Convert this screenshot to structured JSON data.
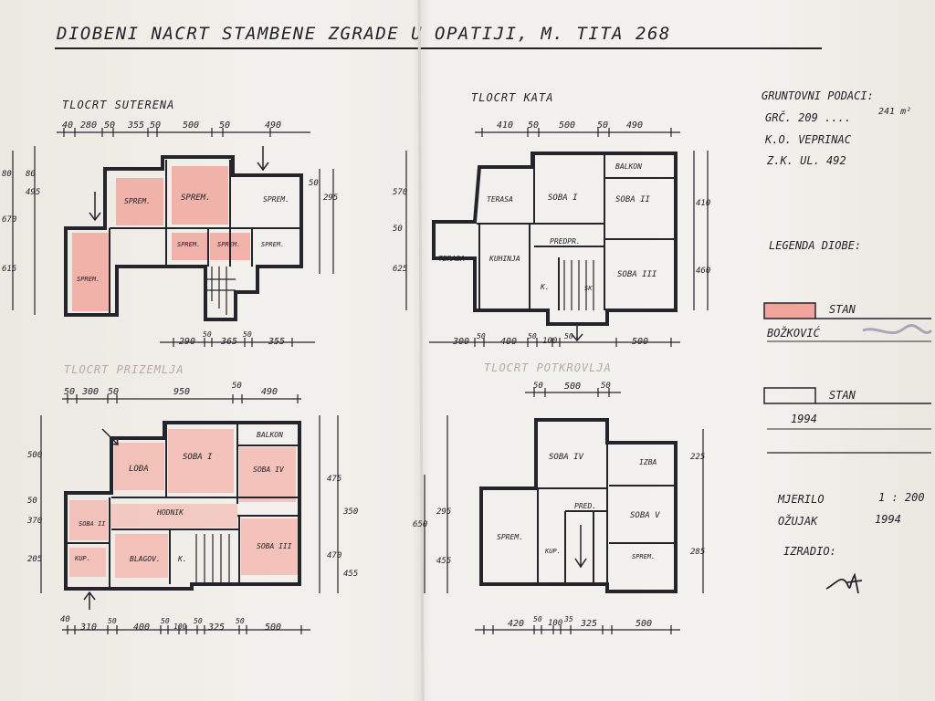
{
  "header": {
    "title": "DIOBENI NACRT STAMBENE ZGRADE U OPATIJI, M. TITA 268"
  },
  "sections": {
    "basement": "TLOCRT SUTERENA",
    "floor": "TLOCRT KATA",
    "ground": "TLOCRT PRIZEMLJA",
    "attic": "TLOCRT POTKROVLJA"
  },
  "land_registry": {
    "heading": "GRUNTOVNI PODACI:",
    "parcel": "GRČ. 209 ....",
    "area": "241 m²",
    "municipality": "K.O. VEPRINAC",
    "deed": "Z.K. UL. 492"
  },
  "legend": {
    "heading": "LEGENDA DIOBE:",
    "item1_label": "STAN",
    "item1_owner": "BOŽKOVIĆ",
    "item1_color": "#f0a49a",
    "item2_label": "STAN",
    "item2_year": "1994"
  },
  "meta": {
    "scale_label": "MJERILO",
    "scale_value": "1 : 200",
    "date_label": "OŽUJAK",
    "date_value": "1994",
    "author_label": "IZRADIO:"
  },
  "rooms": {
    "basement": [
      "SPREM.",
      "SPREM.",
      "SPREM.",
      "SPREM.",
      "SPREM.",
      "SPREM.",
      "SPREM."
    ],
    "floor": [
      "TERASA",
      "SOBA I",
      "SOBA II",
      "BALKON",
      "TERASA",
      "KUHINJA",
      "PREDPR.",
      "SOBA III",
      "K.",
      "SK."
    ],
    "ground": [
      "LOĐA",
      "SOBA I",
      "BALKON",
      "SOBA IV",
      "SOBA II",
      "HODNIK",
      "KUP.",
      "BLAGOV.",
      "K.",
      "SOBA III"
    ],
    "attic": [
      "SOBA IV",
      "IZBA",
      "PRED.",
      "SOBA V",
      "SPREM.",
      "SPREM.",
      "KUP."
    ]
  },
  "dims": {
    "basement_top": [
      "40",
      "280",
      "50",
      "355",
      "50",
      "500",
      "50",
      "490"
    ],
    "basement_bottom": [
      "290",
      "50",
      "365",
      "50",
      "355"
    ],
    "floor_top": [
      "410",
      "50",
      "500",
      "50",
      "490"
    ],
    "floor_bottom": [
      "300",
      "50",
      "400",
      "50",
      "100",
      "50",
      "500"
    ],
    "ground_top": [
      "50",
      "300",
      "50",
      "950",
      "50",
      "490"
    ],
    "ground_bottom": [
      "40",
      "310",
      "50",
      "400",
      "50",
      "100",
      "50",
      "325",
      "50",
      "500"
    ],
    "attic_top": [
      "50",
      "500",
      "50"
    ],
    "attic_bottom": [
      "420",
      "50",
      "100",
      "35",
      "325",
      "500"
    ],
    "left_basement": [
      "670",
      "615",
      "495",
      "80",
      "80"
    ],
    "left_floor": [
      "570",
      "625",
      "50"
    ],
    "left_ground": [
      "500",
      "370",
      "205",
      "50"
    ],
    "left_attic": [
      "650",
      "455",
      "295"
    ],
    "right_basement": [
      "50",
      "295"
    ],
    "right_floor": [
      "460",
      "410"
    ],
    "right_ground": [
      "475",
      "470",
      "455",
      "350"
    ],
    "right_attic": [
      "225",
      "285"
    ]
  }
}
